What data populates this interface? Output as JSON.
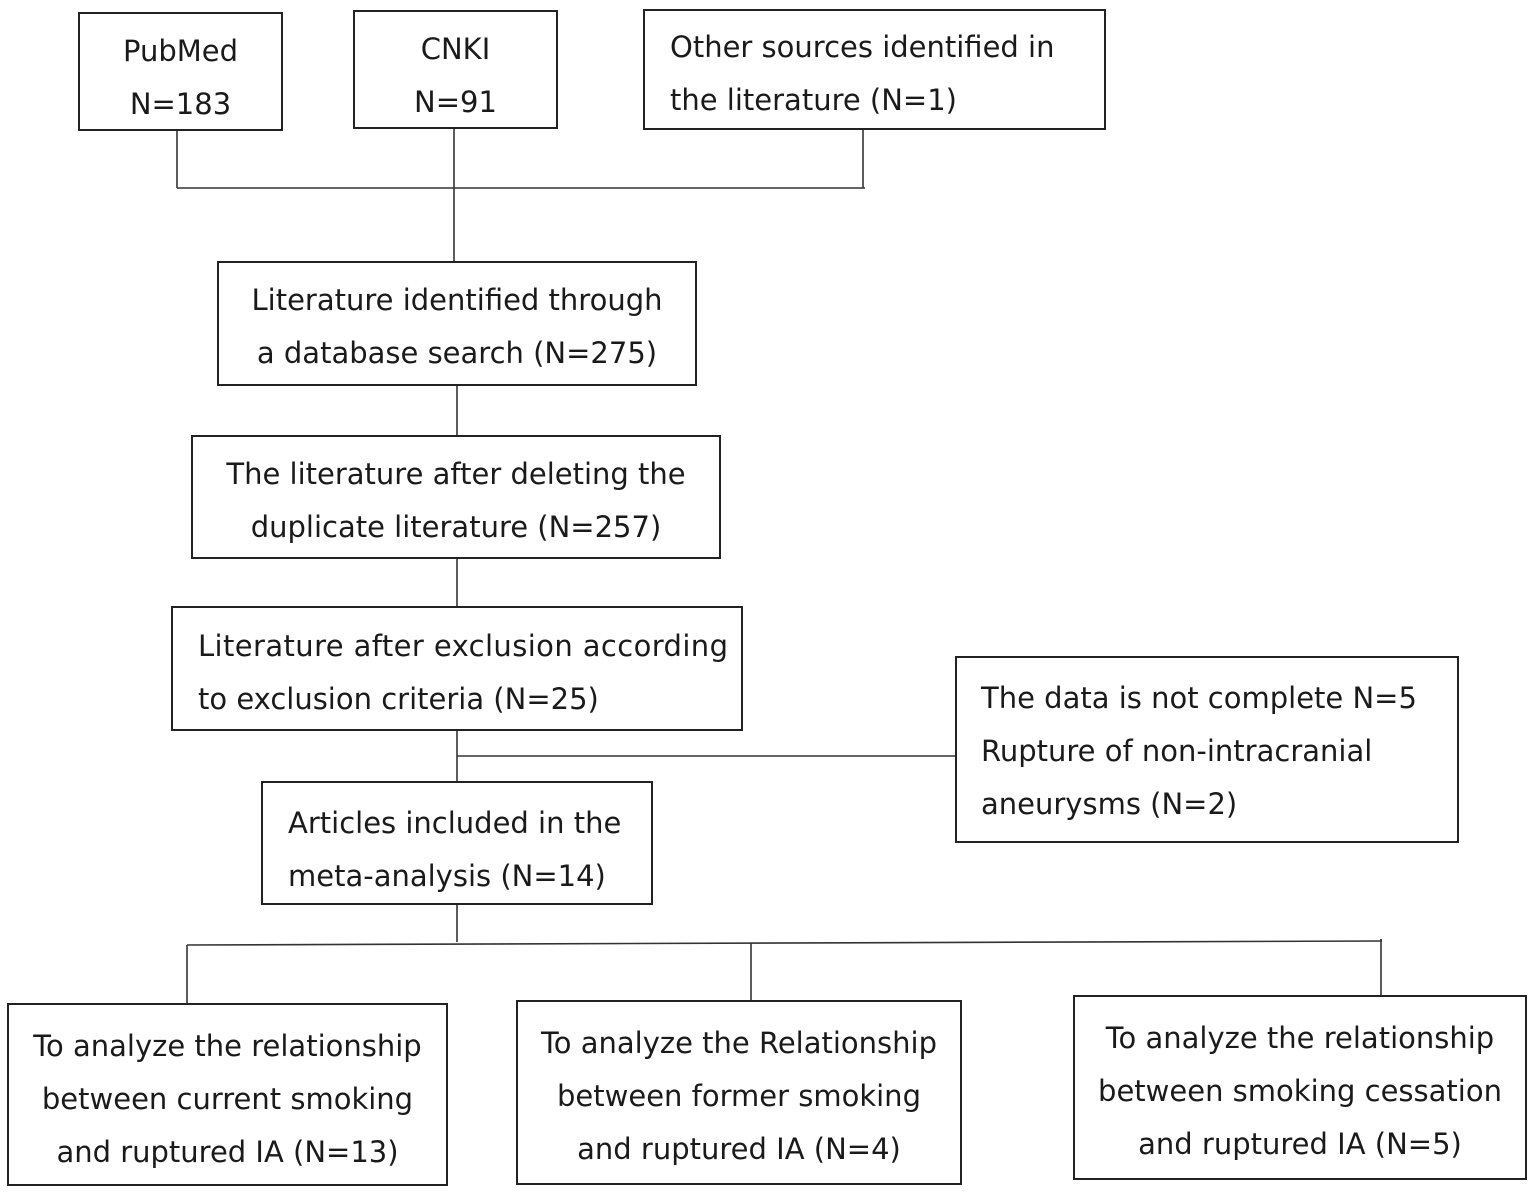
{
  "flowchart": {
    "sources": {
      "pubmed": {
        "name": "PubMed",
        "count": "N=183"
      },
      "cnki": {
        "name": "CNKI",
        "count": "N=91"
      },
      "other": {
        "line1": "Other sources identified in",
        "line2": "the literature (N=1)"
      }
    },
    "identified": {
      "line1": "Literature identified through",
      "line2": "a database search (N=275)"
    },
    "dedup": {
      "line1": "The literature after deleting the",
      "line2": "duplicate literature (N=257)"
    },
    "excluded": {
      "line1": "Literature after exclusion according",
      "line2": "to exclusion criteria (N=25)"
    },
    "removed": {
      "line1": "The data is not complete N=5",
      "line2": "Rupture of non-intracranial",
      "line3": "aneurysms (N=2)"
    },
    "included": {
      "line1": "Articles included in the",
      "line2": "meta-analysis (N=14)"
    },
    "analyses": {
      "current": {
        "line1": "To analyze the relationship",
        "line2": "between current smoking",
        "line3": "and ruptured IA (N=13)"
      },
      "former": {
        "line1": "To analyze the Relationship",
        "line2": "between former smoking",
        "line3": "and ruptured IA (N=4)"
      },
      "cessation": {
        "line1": "To analyze the relationship",
        "line2": "between smoking cessation",
        "line3": "and ruptured IA (N=5)"
      }
    }
  }
}
